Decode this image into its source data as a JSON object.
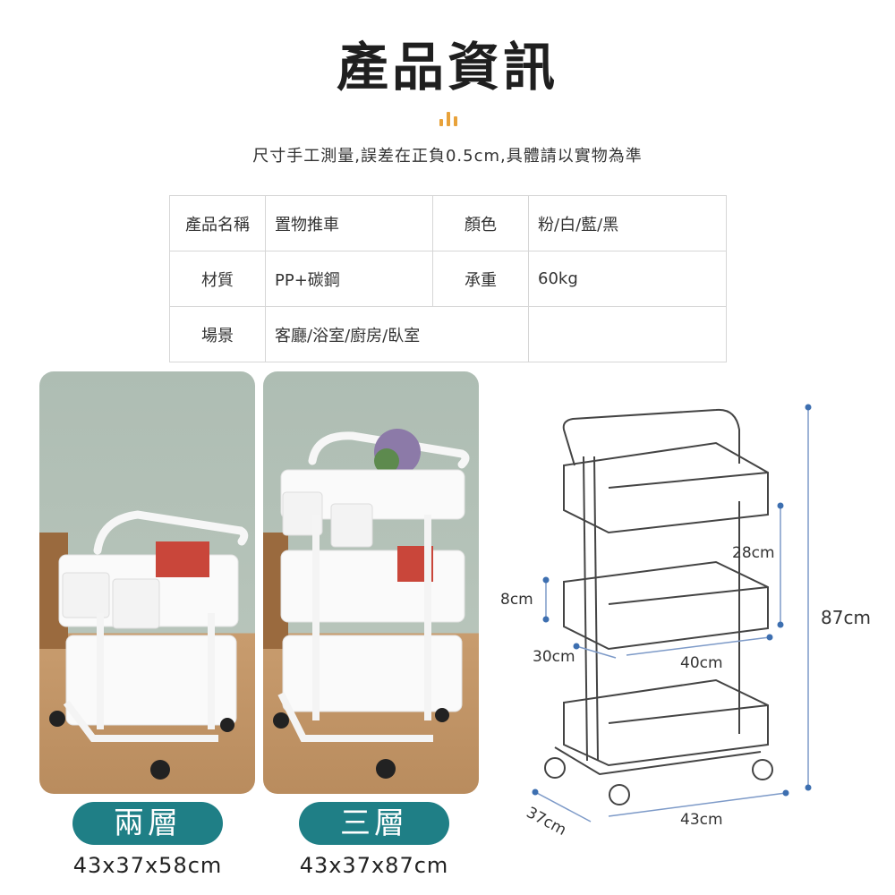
{
  "header": {
    "title": "產品資訊",
    "subtitle": "尺寸手工測量,誤差在正負0.5cm,具體請以實物為準"
  },
  "spec_table": {
    "rows": [
      {
        "label1": "產品名稱",
        "value1": "置物推車",
        "label2": "顏色",
        "value2": "粉/白/藍/黑"
      },
      {
        "label1": "材質",
        "value1": "PP+碳鋼",
        "label2": "承重",
        "value2": "60kg"
      },
      {
        "label1": "場景",
        "value1": "客廳/浴室/廚房/臥室",
        "label2": "",
        "value2": ""
      }
    ]
  },
  "variants": [
    {
      "name": "兩層",
      "size": "43x37x58cm"
    },
    {
      "name": "三層",
      "size": "43x37x87cm"
    }
  ],
  "diagram": {
    "height_total": "87cm",
    "tier_gap": "28cm",
    "basket_depth": "8cm",
    "basket_width": "30cm",
    "basket_length": "40cm",
    "base_depth": "37cm",
    "base_length": "43cm"
  },
  "colors": {
    "accent": "#1f7f86",
    "bars": "#e8a23a",
    "dim_dot": "#3d6fb0"
  }
}
